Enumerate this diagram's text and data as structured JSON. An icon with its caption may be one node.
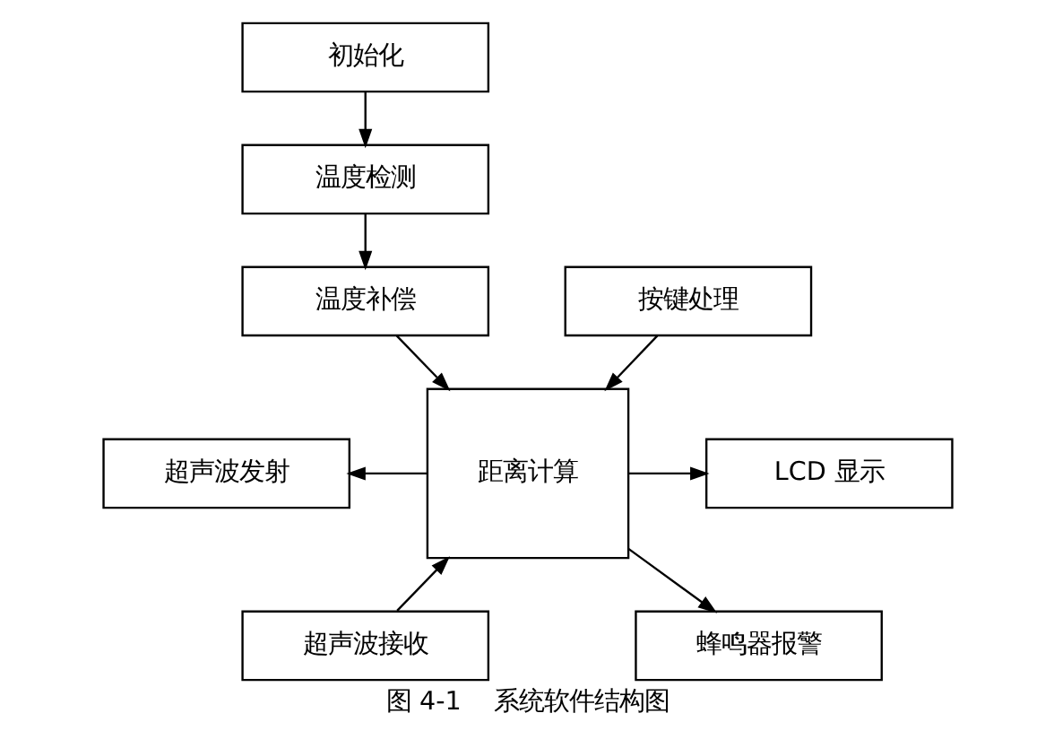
{
  "diagram": {
    "caption": "图 4-1    系统软件结构图",
    "nodes": [
      {
        "text": [
          "初始化"
        ]
      },
      {
        "text": [
          "温度检测"
        ]
      },
      {
        "text": [
          "温度补偿"
        ]
      },
      {
        "text": [
          "超声波发射"
        ]
      },
      {
        "text": [
          "超声波接收"
        ]
      },
      {
        "text": [
          "距离计算"
        ]
      },
      {
        "text": [
          "LCD 显示"
        ]
      },
      {
        "text": [
          "蜂鸣器报警"
        ]
      },
      {
        "text": [
          "按键处理"
        ]
      }
    ],
    "edges": [
      {
        "from": 0,
        "to": 1,
        "arrow": "to"
      },
      {
        "from": 1,
        "to": 2,
        "arrow": "to"
      },
      {
        "from": 2,
        "to": 5,
        "arrow": "to"
      },
      {
        "from": 5,
        "to": 3,
        "arrow": "to"
      },
      {
        "from": 4,
        "to": 5,
        "arrow": "to"
      },
      {
        "from": 5,
        "to": 6,
        "arrow": "to"
      },
      {
        "from": 5,
        "to": 7,
        "arrow": "to"
      },
      {
        "from": 8,
        "to": 5,
        "arrow": "to"
      }
    ]
  }
}
